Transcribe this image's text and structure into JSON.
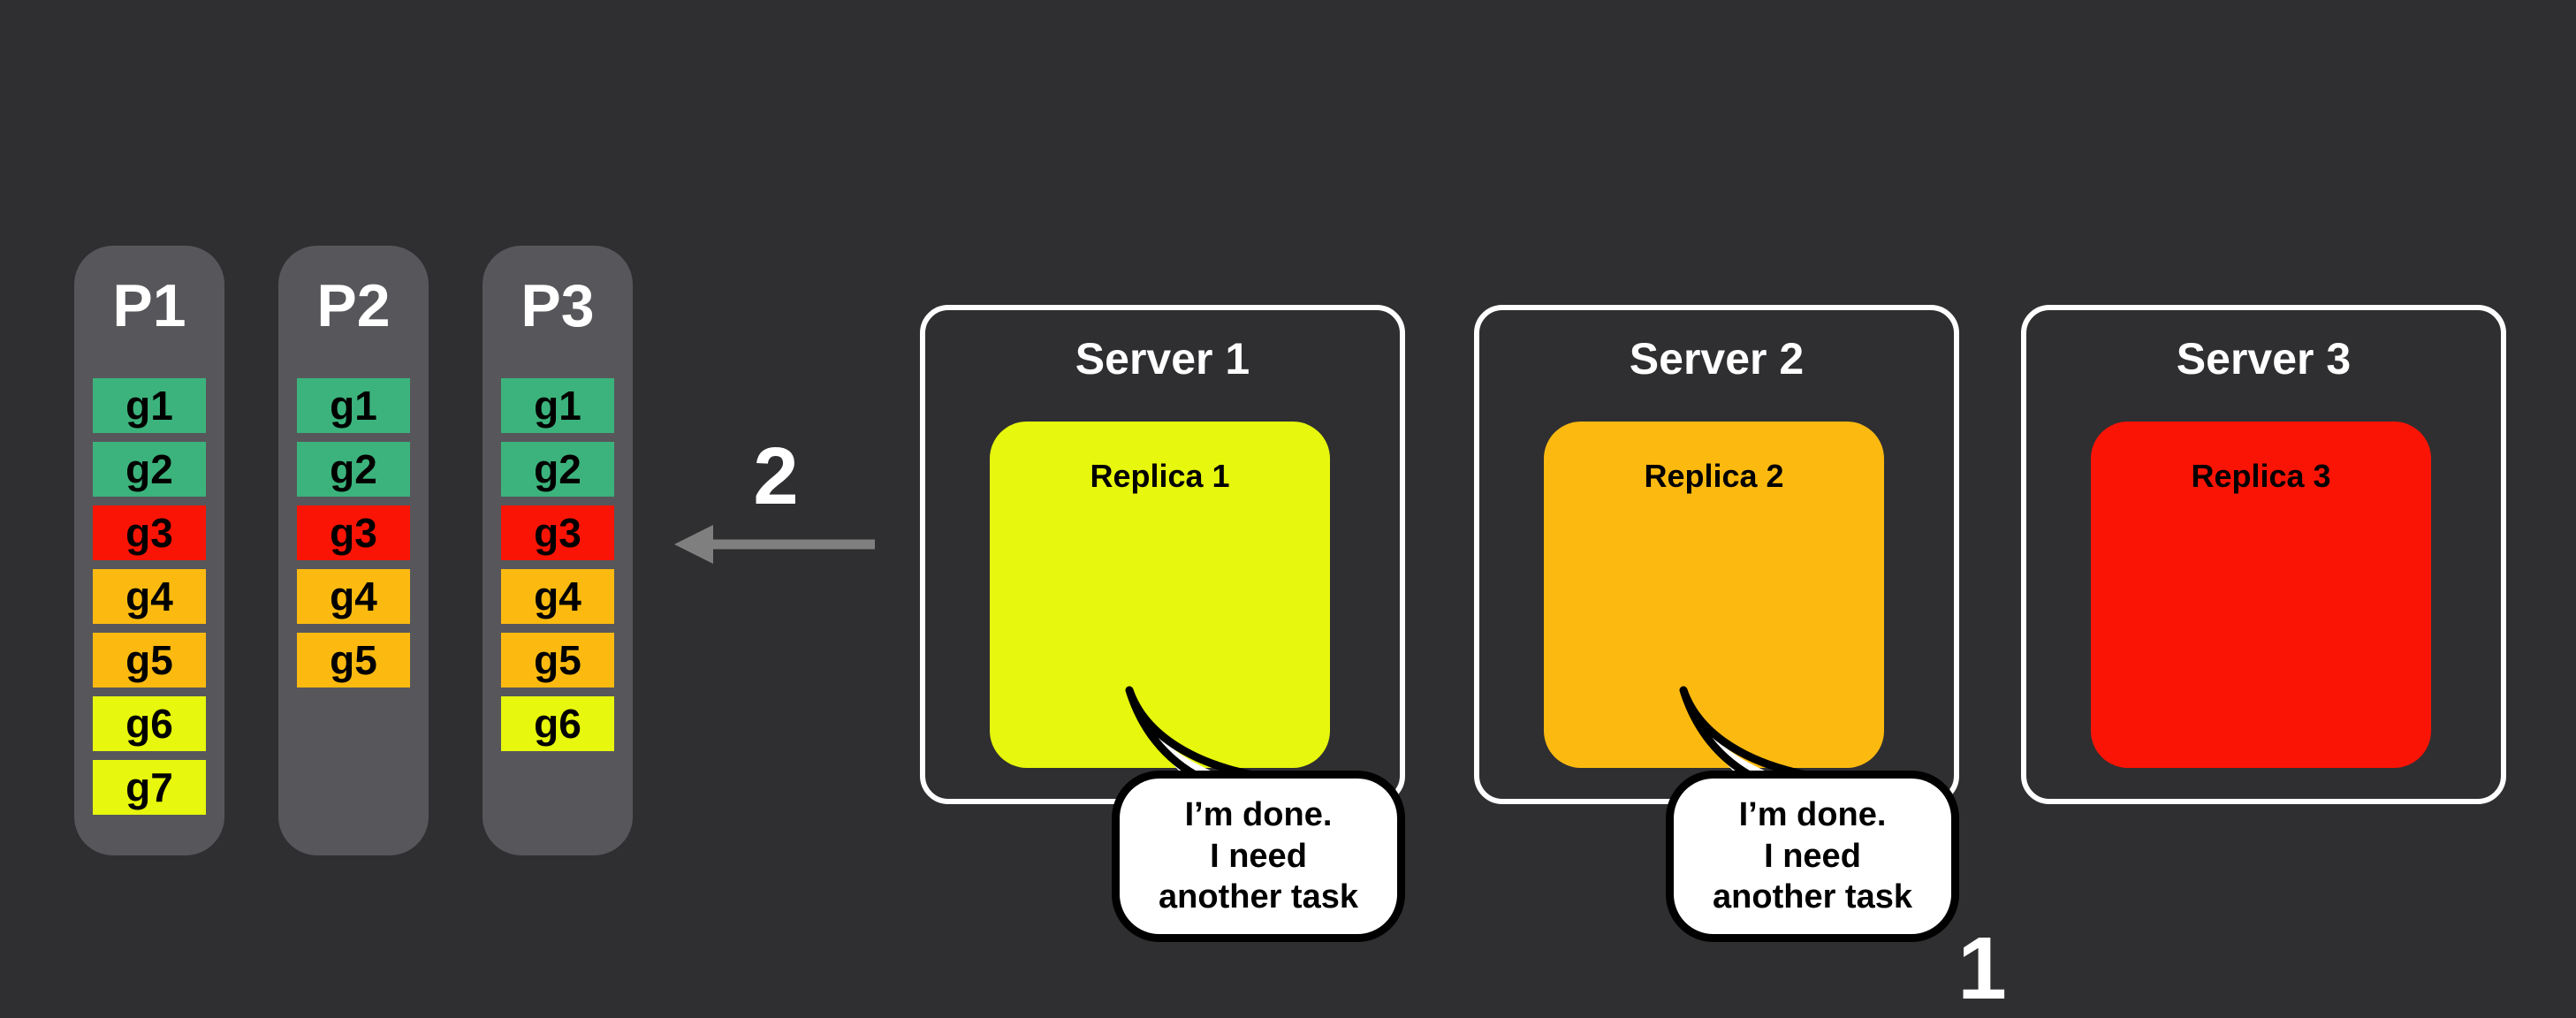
{
  "palette": {
    "background": "#2f2f31",
    "process_column_bg": "#57575b",
    "green": "#3cb37c",
    "red": "#fa1405",
    "orange": "#fcba10",
    "yellow": "#e7f70d",
    "arrow_gray": "#7f7f7f",
    "bubble_bg": "#ffffff",
    "bubble_border": "#000000",
    "label_light": "#ffffff",
    "label_dark": "#000000"
  },
  "processes": [
    {
      "label": "P1",
      "tasks": [
        {
          "id": "g1",
          "color": "green"
        },
        {
          "id": "g2",
          "color": "green"
        },
        {
          "id": "g3",
          "color": "red"
        },
        {
          "id": "g4",
          "color": "orange"
        },
        {
          "id": "g5",
          "color": "orange"
        },
        {
          "id": "g6",
          "color": "yellow"
        },
        {
          "id": "g7",
          "color": "yellow"
        }
      ]
    },
    {
      "label": "P2",
      "tasks": [
        {
          "id": "g1",
          "color": "green"
        },
        {
          "id": "g2",
          "color": "green"
        },
        {
          "id": "g3",
          "color": "red"
        },
        {
          "id": "g4",
          "color": "orange"
        },
        {
          "id": "g5",
          "color": "orange"
        }
      ]
    },
    {
      "label": "P3",
      "tasks": [
        {
          "id": "g1",
          "color": "green"
        },
        {
          "id": "g2",
          "color": "green"
        },
        {
          "id": "g3",
          "color": "red"
        },
        {
          "id": "g4",
          "color": "orange"
        },
        {
          "id": "g5",
          "color": "orange"
        },
        {
          "id": "g6",
          "color": "yellow"
        }
      ]
    }
  ],
  "servers": [
    {
      "label": "Server 1",
      "replica_label": "Replica 1",
      "replica_color": "yellow",
      "has_bubble": true
    },
    {
      "label": "Server 2",
      "replica_label": "Replica 2",
      "replica_color": "orange",
      "has_bubble": true
    },
    {
      "label": "Server 3",
      "replica_label": "Replica 3",
      "replica_color": "red",
      "has_bubble": false
    }
  ],
  "speech_bubble": {
    "text": "I’m done.\nI need\nanother task"
  },
  "arrow": {
    "label": "2",
    "direction": "left"
  },
  "step_one_label": "1"
}
